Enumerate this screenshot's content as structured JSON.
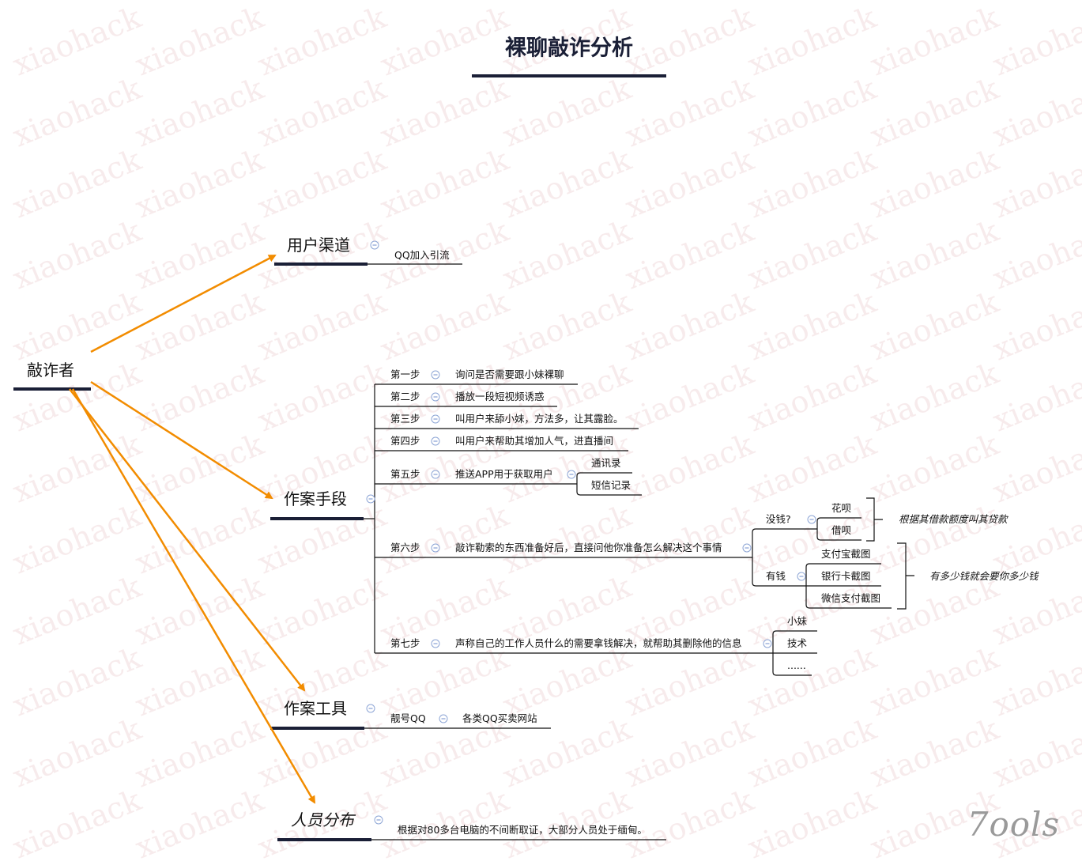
{
  "title": "裸聊敲诈分析",
  "watermark": "xiaohack",
  "logo": "7ools",
  "colors": {
    "arrow": "#f28c00",
    "heading_line": "#1a1f36"
  },
  "root": "敲诈者",
  "branches": {
    "channel": {
      "label": "用户渠道",
      "child": "QQ加入引流"
    },
    "method": {
      "label": "作案手段",
      "steps": [
        {
          "label": "第一步",
          "text": "询问是否需要跟小妹裸聊"
        },
        {
          "label": "第二步",
          "text": "播放一段短视频诱惑"
        },
        {
          "label": "第三步",
          "text": "叫用户来舔小妹，方法多，让其露脸。"
        },
        {
          "label": "第四步",
          "text": "叫用户来帮助其增加人气，进直播间"
        },
        {
          "label": "第五步",
          "text": "推送APP用于获取用户",
          "children": [
            "通讯录",
            "短信记录"
          ]
        },
        {
          "label": "第六步",
          "text": "敲诈勒索的东西准备好后，直接问他你准备怎么解决这个事情",
          "no_money": {
            "label": "没钱?",
            "children": [
              "花呗",
              "借呗"
            ],
            "note": "根据其借款额度叫其贷款"
          },
          "has_money": {
            "label": "有钱",
            "children": [
              "支付宝截图",
              "银行卡截图",
              "微信支付截图"
            ],
            "note": "有多少钱就会要你多少钱"
          }
        },
        {
          "label": "第七步",
          "text": "声称自己的工作人员什么的需要拿钱解决，就帮助其删除他的信息",
          "children": [
            "小妹",
            "技术",
            "......"
          ]
        }
      ]
    },
    "tools": {
      "label": "作案工具",
      "child": "靓号QQ",
      "grandchild": "各类QQ买卖网站"
    },
    "people": {
      "label": "人员分布",
      "child": "根据对80多台电脑的不间断取证，大部分人员处于缅甸。"
    }
  }
}
